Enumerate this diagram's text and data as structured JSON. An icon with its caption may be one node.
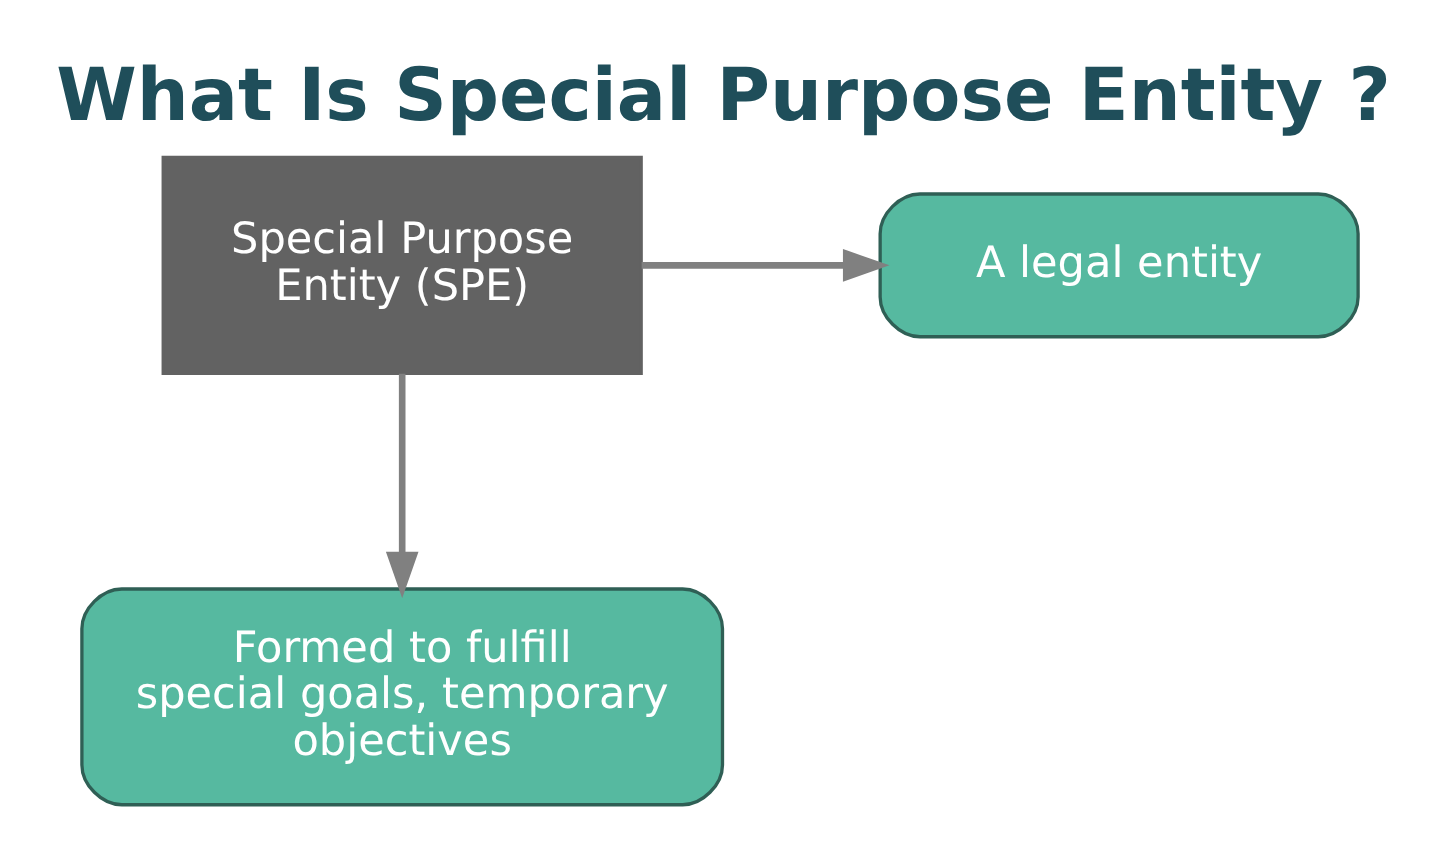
{
  "diagram": {
    "title": "What Is Special Purpose Entity ?",
    "nodes": [
      {
        "text": [
          "Special Purpose Entity (SPE)"
        ]
      },
      {
        "text": [
          "A legal entity"
        ]
      },
      {
        "text": [
          "Formed to fulfill special goals, temporary objectives"
        ]
      }
    ],
    "edges": [
      {
        "from": 0,
        "to": 1,
        "arrow": "to"
      },
      {
        "from": 0,
        "to": 2,
        "arrow": "to"
      }
    ]
  }
}
